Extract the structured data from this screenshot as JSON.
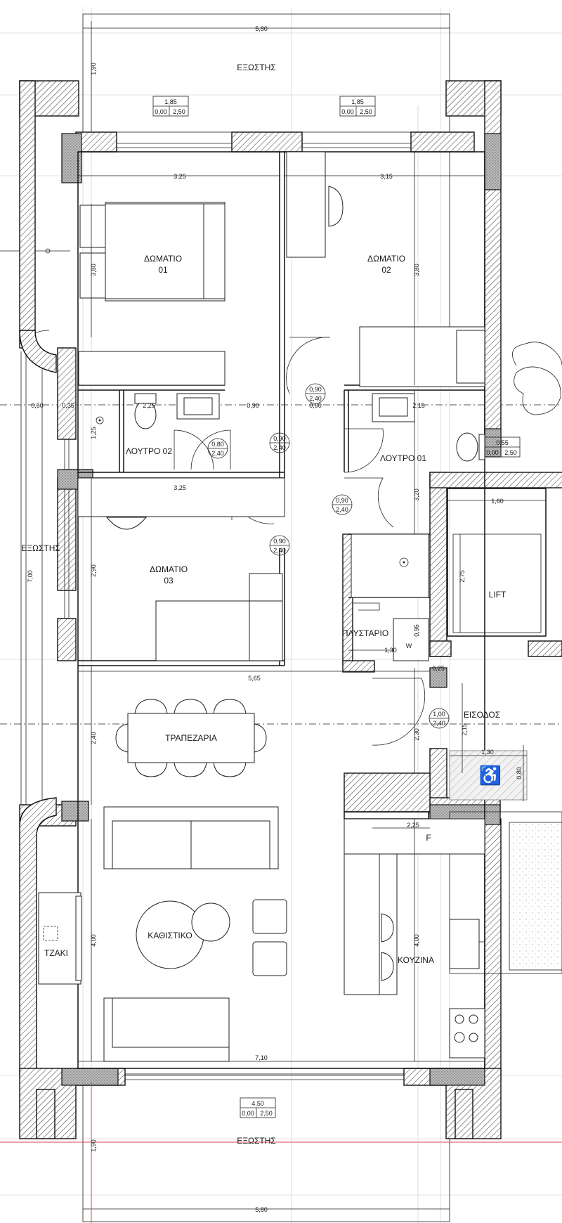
{
  "rooms": {
    "balcony_top": "ΕΞΩΣΤΗΣ",
    "bedroom1_name": "ΔΩΜΑΤΙΟ",
    "bedroom1_num": "01",
    "bedroom2_name": "ΔΩΜΑΤΙΟ",
    "bedroom2_num": "02",
    "bathroom2": "ΛΟΥΤΡΟ 02",
    "bathroom1": "ΛΟΥΤΡΟ 01",
    "bedroom3_name": "ΔΩΜΑΤΙΟ",
    "bedroom3_num": "03",
    "balcony_left": "ΕΞΩΣΤΗΣ",
    "lift": "LIFT",
    "laundry": "ΠΛΥΣΤΑΡΙΟ",
    "entrance": "ΕΙΣΟΔΟΣ",
    "dining": "ΤΡΑΠΕΖΑΡΙΑ",
    "living": "ΚΑΘΙΣΤΙΚΟ",
    "fireplace": "ΤΖΑΚΙ",
    "kitchen": "ΚΟΥΖΙΝΑ",
    "balcony_bottom": "ΕΞΩΣΤΗΣ"
  },
  "dimensions": {
    "top_width": "5,80",
    "top_depth": "1,90",
    "bed1_width": "3,25",
    "bed1_depth": "3,80",
    "bed2_width": "3,15",
    "bed2_depth": "3,80",
    "side_balcony_width": "0,60",
    "wall_a": "0,35",
    "bath2_width": "2,25",
    "bath2_depth": "1,25",
    "hall_a": "0,90",
    "hall_b": "0,90",
    "bath1_width": "2,15",
    "bed3_width": "3,25",
    "lift_width": "1,60",
    "lift_depth": "2,75",
    "bath1_depth": "3,20",
    "side_balcony_length": "7,00",
    "bed3_depth": "2,90",
    "laundry_width": "1,30",
    "laundry_depth": "0,95",
    "column_gap": "0,25",
    "living_width": "5,65",
    "dining_depth": "2,40",
    "entry_depth": "2,30",
    "entry_w": "2,15",
    "ramp_width": "1,30",
    "ramp_depth": "0,80",
    "kitchen_width": "2,25",
    "living_depth": "4,00",
    "kitchen_depth": "4,00",
    "total_width": "7,10",
    "bottom_width": "5,80",
    "bottom_depth": "1,90"
  },
  "openings": {
    "win_top_left": {
      "w": "1,85",
      "sill": "0,00",
      "h": "2,50"
    },
    "win_top_right": {
      "w": "1,85",
      "sill": "0,00",
      "h": "2,50"
    },
    "door_bath2": {
      "w": "0,80",
      "h": "2,40"
    },
    "door_bed1": {
      "w": "0,90",
      "h": "2,40"
    },
    "door_bed2": {
      "w": "0,90",
      "h": "2,40"
    },
    "door_bath1": {
      "w": "0,90",
      "h": "2,40"
    },
    "door_bed3": {
      "w": "0,90",
      "h": "2,40"
    },
    "win_bath1": {
      "w": "0,55",
      "sill": "0,00",
      "h": "2,50"
    },
    "door_entry": {
      "w": "1,00",
      "h": "2,40"
    },
    "win_bottom": {
      "w": "4,50",
      "sill": "0,00",
      "h": "2,50"
    }
  },
  "symbols": {
    "fridge": "F",
    "washer": "W",
    "accessible": "♿"
  }
}
